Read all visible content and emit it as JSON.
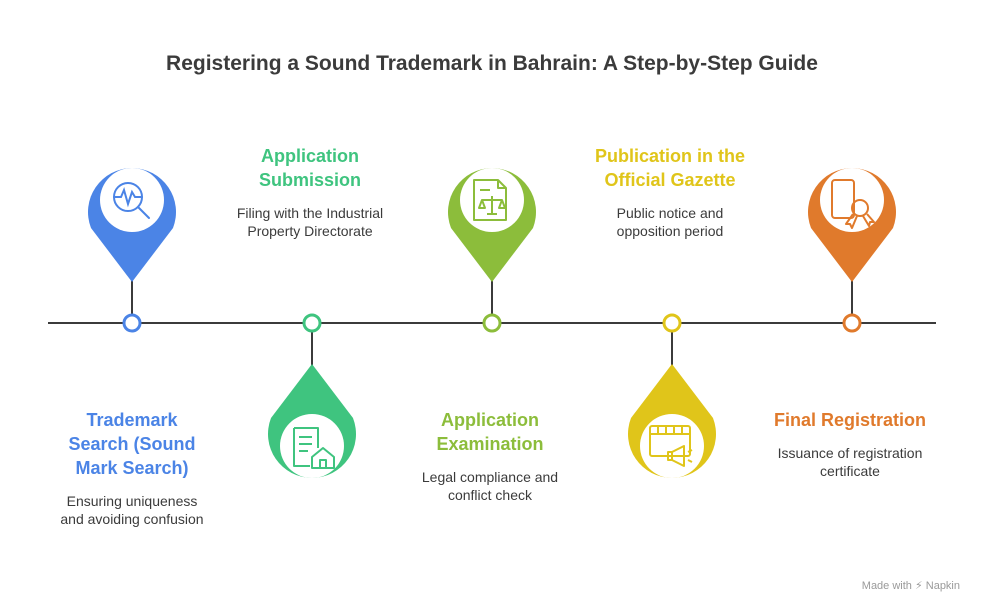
{
  "title": "Registering a Sound Trademark in Bahrain: A Step-by-Step Guide",
  "steps": [
    {
      "title_line1": "Trademark",
      "title_line2": "Search (Sound",
      "title_line3": "Mark Search)",
      "desc_line1": "Ensuring uniqueness",
      "desc_line2": "and avoiding confusion",
      "color": "#4b84e6",
      "icon": "magnify-waveform-icon"
    },
    {
      "title_line1": "Application",
      "title_line2": "Submission",
      "desc_line1": "Filing with the Industrial",
      "desc_line2": "Property Directorate",
      "color": "#3fc47f",
      "icon": "document-house-icon"
    },
    {
      "title_line1": "Application",
      "title_line2": "Examination",
      "desc_line1": "Legal compliance and",
      "desc_line2": "conflict check",
      "color": "#8cbd3b",
      "icon": "document-scales-icon"
    },
    {
      "title_line1": "Publication in the",
      "title_line2": "Official Gazette",
      "desc_line1": "Public notice and",
      "desc_line2": "opposition period",
      "color": "#e0c51a",
      "icon": "calendar-megaphone-icon"
    },
    {
      "title_line1": "Final Registration",
      "desc_line1": "Issuance of registration",
      "desc_line2": "certificate",
      "color": "#e07a2c",
      "icon": "certificate-ribbon-icon"
    }
  ],
  "credit": "Made with ⚡ Napkin"
}
